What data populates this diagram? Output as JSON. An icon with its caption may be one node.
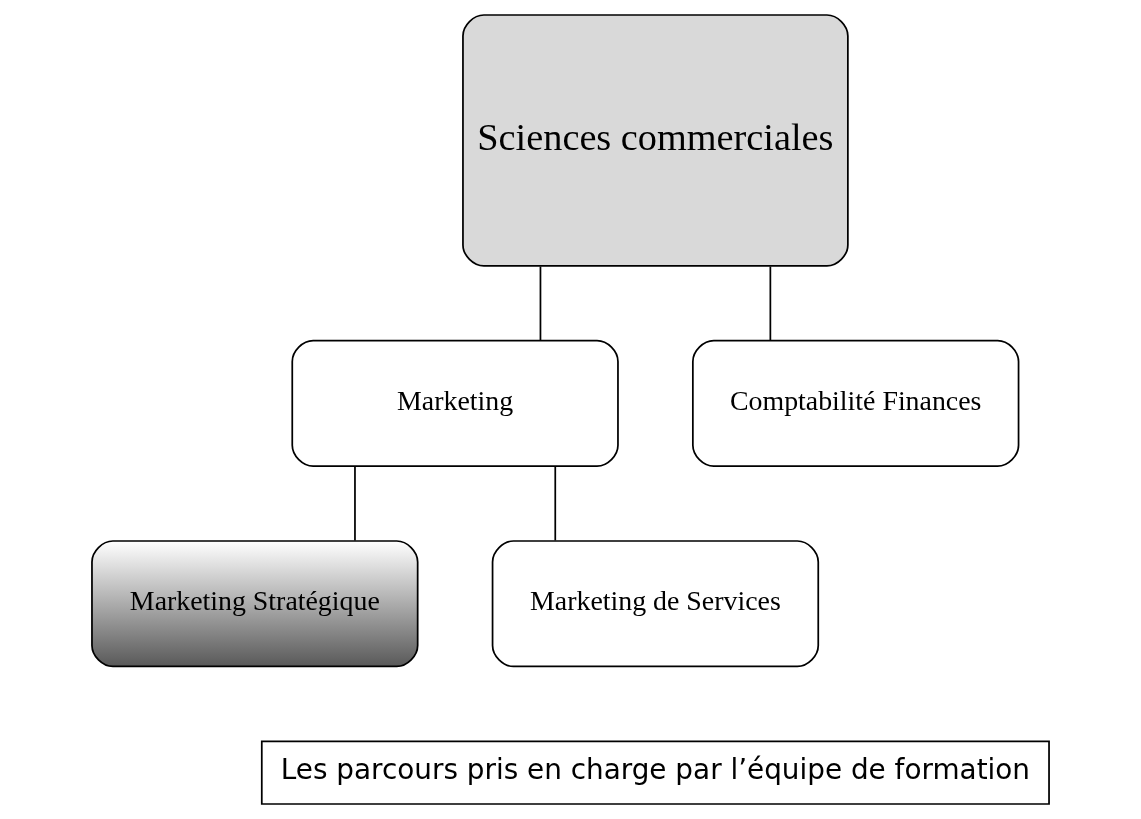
{
  "diagram": {
    "nodes": [
      {
        "text": [
          "Sciences commerciales"
        ]
      },
      {
        "text": [
          "Marketing"
        ]
      },
      {
        "text": [
          "Comptabilité Finances"
        ]
      },
      {
        "text": [
          "Marketing Stratégique"
        ]
      },
      {
        "text": [
          "Marketing de Services"
        ]
      },
      {
        "text": [
          "Les parcours pris en charge par l’équipe de formation"
        ]
      }
    ],
    "edges": [
      {
        "from": 0,
        "to": 1,
        "arrow": "none"
      },
      {
        "from": 0,
        "to": 2,
        "arrow": "none"
      },
      {
        "from": 1,
        "to": 3,
        "arrow": "none"
      },
      {
        "from": 1,
        "to": 4,
        "arrow": "none"
      }
    ]
  }
}
